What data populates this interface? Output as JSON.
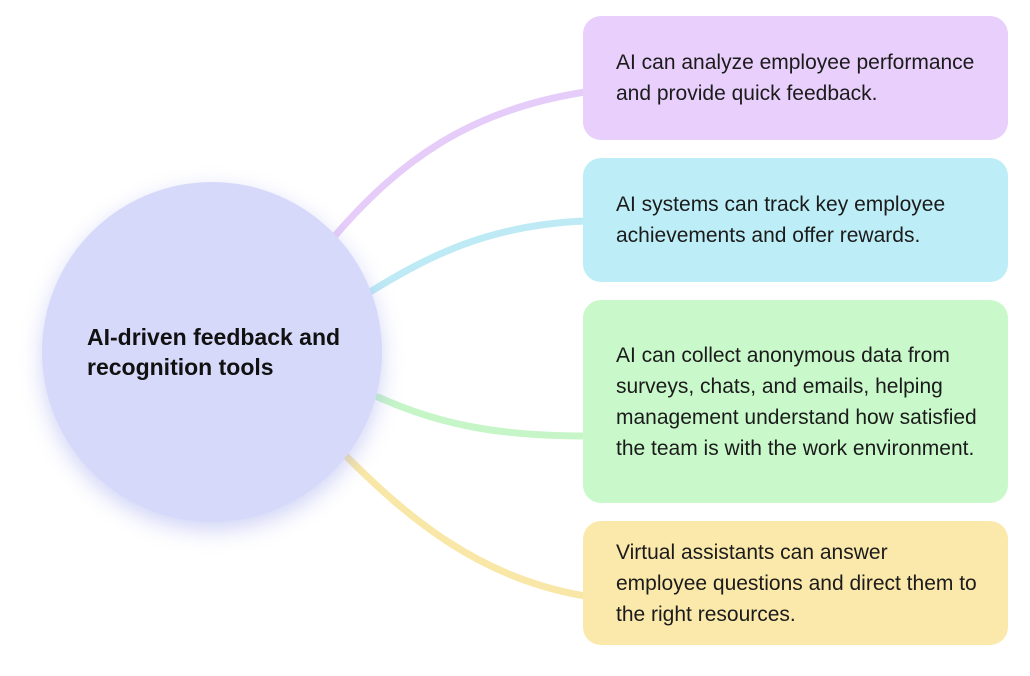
{
  "hub": {
    "title": "AI-driven feedback and recognition tools",
    "color": "#d7d9fb"
  },
  "items": [
    {
      "text": "AI can analyze employee performance and provide quick feedback.",
      "color": "#e8cffc",
      "connector_color": "#e6cdf9"
    },
    {
      "text": "AI systems can track key employee achievements and offer rewards.",
      "color": "#bdeef7",
      "connector_color": "#bdeaf5"
    },
    {
      "text": "AI can collect anonymous data from surveys, chats, and emails, helping management understand how satisfied the team is with the work environment.",
      "color": "#c9f9cb",
      "connector_color": "#c6f5c8"
    },
    {
      "text": "Virtual assistants can answer employee questions and direct them to the right resources.",
      "color": "#fbe9ab",
      "connector_color": "#f8e7a6"
    }
  ]
}
